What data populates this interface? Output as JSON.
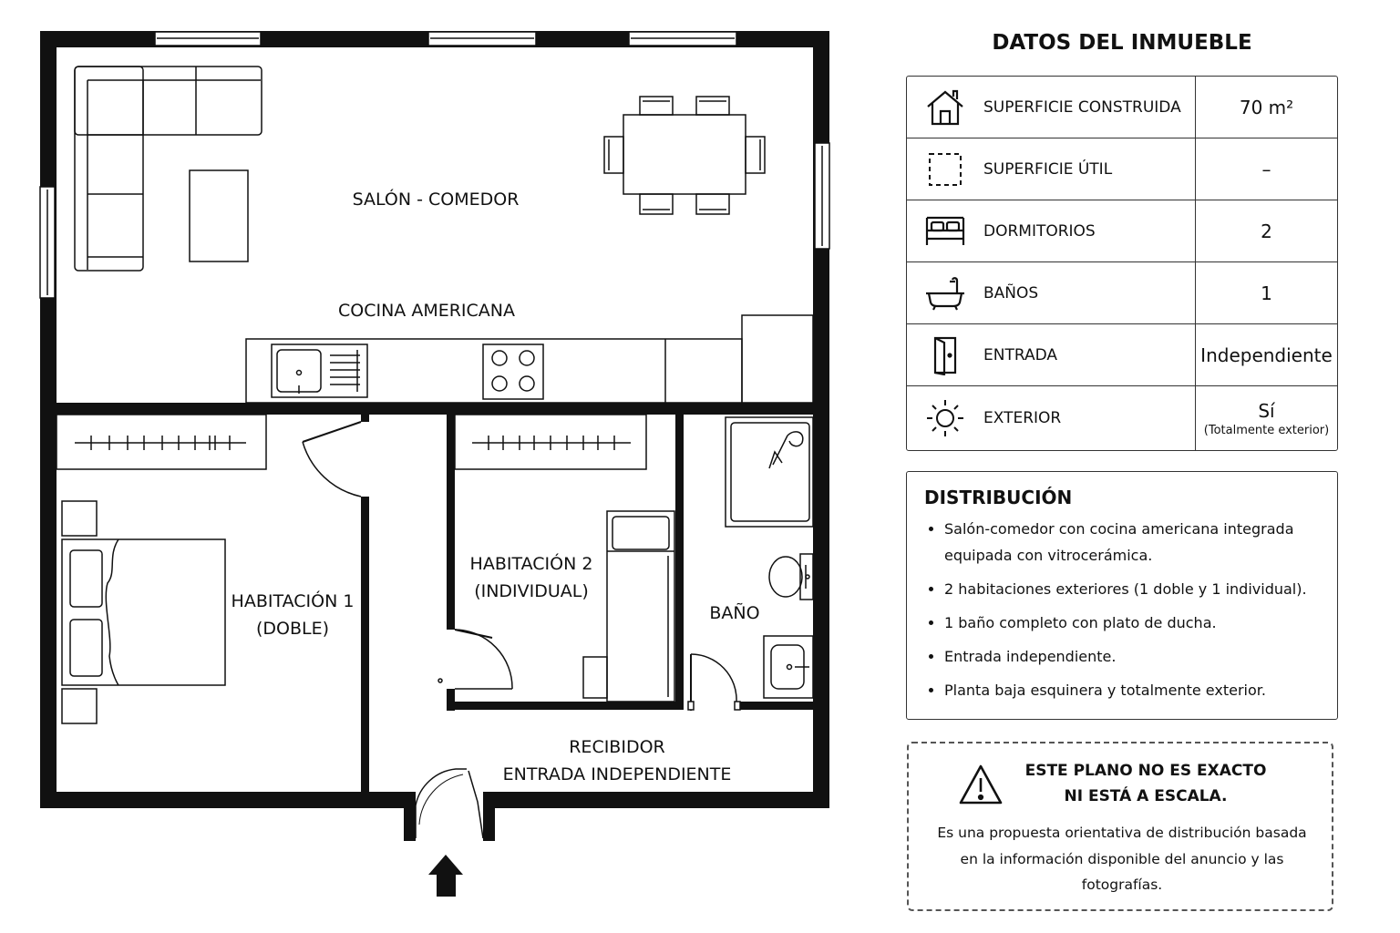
{
  "rooms": {
    "salon": "SALÓN - COMEDOR",
    "cocina": "COCINA AMERICANA",
    "hab1_line1": "HABITACIÓN 1",
    "hab1_line2": "(DOBLE)",
    "hab2_line1": "HABITACIÓN 2",
    "hab2_line2": "(INDIVIDUAL)",
    "bano": "BAÑO",
    "recibidor_line1": "RECIBIDOR",
    "recibidor_line2": "ENTRADA INDEPENDIENTE"
  },
  "panel": {
    "title": "DATOS DEL INMUEBLE",
    "specs": [
      {
        "icon": "house-icon",
        "label": "SUPERFICIE CONSTRUIDA",
        "value": "70 m²",
        "sub": ""
      },
      {
        "icon": "dashed-square-icon",
        "label": "SUPERFICIE ÚTIL",
        "value": "–",
        "sub": ""
      },
      {
        "icon": "bed-icon",
        "label": "DORMITORIOS",
        "value": "2",
        "sub": ""
      },
      {
        "icon": "bathtub-icon",
        "label": "BAÑOS",
        "value": "1",
        "sub": ""
      },
      {
        "icon": "door-icon",
        "label": "ENTRADA",
        "value": "Independiente",
        "sub": ""
      },
      {
        "icon": "sun-icon",
        "label": "EXTERIOR",
        "value": "Sí",
        "sub": "(Totalmente exterior)"
      }
    ]
  },
  "distribucion": {
    "title": "DISTRIBUCIÓN",
    "items": [
      "Salón-comedor con cocina americana integrada equipada con vitrocerámica.",
      "2 habitaciones exteriores (1 doble y 1 individual).",
      "1 baño completo con plato de ducha.",
      "Entrada independiente.",
      "Planta baja esquinera y totalmente exterior."
    ]
  },
  "note": {
    "icon": "warning-icon",
    "title_line1": "ESTE PLANO NO ES EXACTO",
    "title_line2": "NI ESTÁ A ESCALA.",
    "body": "Es una propuesta orientativa de distribución basada en la información disponible del anuncio y las fotografías."
  }
}
